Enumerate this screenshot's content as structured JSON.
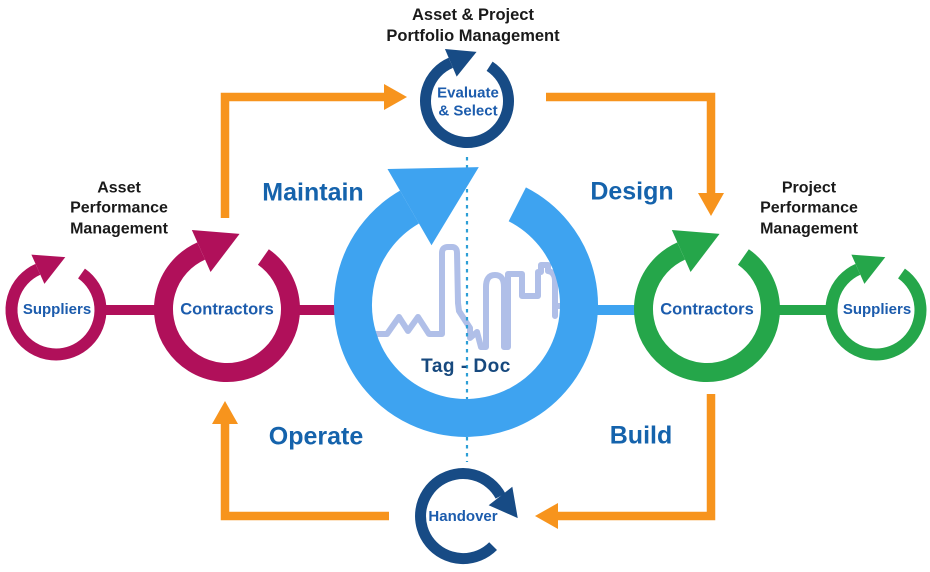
{
  "titles": {
    "top": "Asset & Project\nPortfolio Management",
    "left": "Asset\nPerformance\nManagement",
    "right": "Project\nPerformance\nManagement"
  },
  "quadrants": {
    "top_left": "Maintain",
    "top_right": "Design",
    "bottom_left": "Operate",
    "bottom_right": "Build"
  },
  "nodes": {
    "portfolio_cycle": "Evaluate\n& Select",
    "handover_cycle": "Handover",
    "asset_contractors": "Contractors",
    "asset_suppliers": "Suppliers",
    "project_contractors": "Contractors",
    "project_suppliers": "Suppliers",
    "center_label": "Tag - Doc"
  },
  "colors": {
    "azure": "#3EA3F0",
    "navy": "#174B85",
    "crimson": "#B0105A",
    "green": "#25A64A",
    "orange": "#F7941D",
    "quadrant_text": "#1563AC",
    "node_text": "#1C5CAD",
    "center_text": "#17497E",
    "title_text": "#1A1A1A",
    "skyline": "#B0BFE8",
    "dashed_line": "#2D9FD6"
  }
}
